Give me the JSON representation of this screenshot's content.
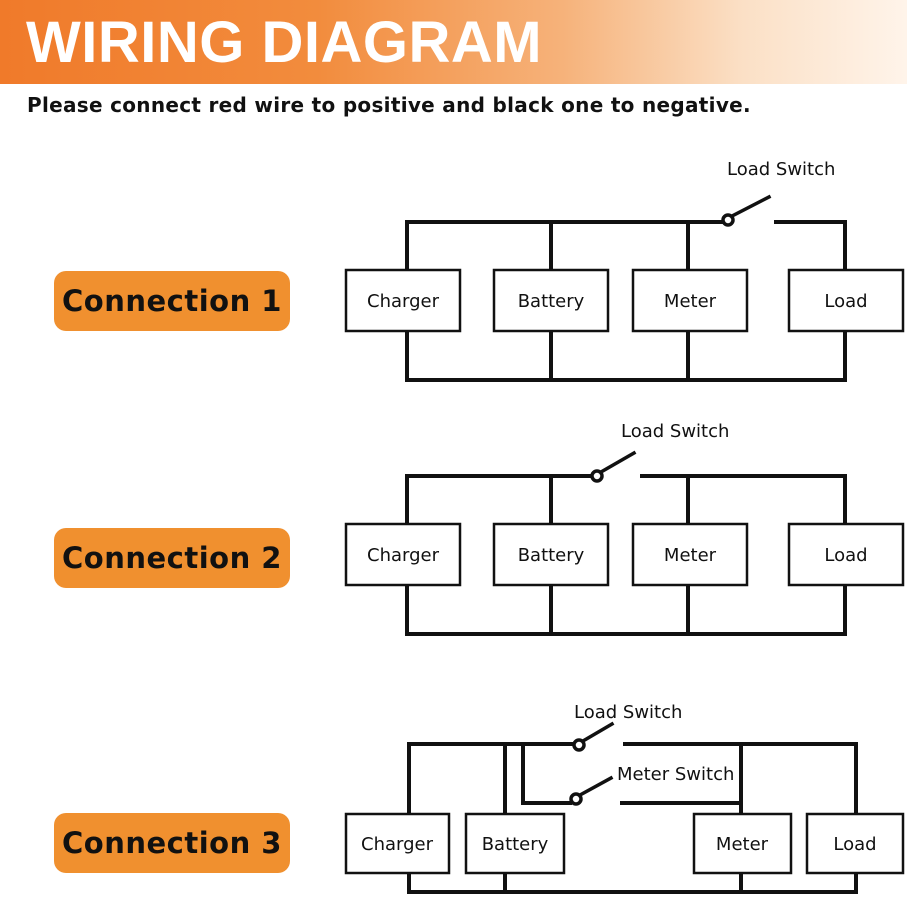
{
  "header": {
    "title": "WIRING DIAGRAM",
    "subtitle": "Please connect red wire to positive and black one to negative."
  },
  "connections": [
    {
      "label": "Connection 1",
      "components": [
        "Charger",
        "Battery",
        "Meter",
        "Load"
      ],
      "switches": [
        "Load Switch"
      ]
    },
    {
      "label": "Connection 2",
      "components": [
        "Charger",
        "Battery",
        "Meter",
        "Load"
      ],
      "switches": [
        "Load Switch"
      ]
    },
    {
      "label": "Connection 3",
      "components": [
        "Charger",
        "Battery",
        "Meter",
        "Load"
      ],
      "switches": [
        "Load Switch",
        "Meter Switch"
      ]
    }
  ],
  "colors": {
    "banner": "#f07a2a",
    "badge": "#f0902f",
    "wire": "#111111"
  }
}
